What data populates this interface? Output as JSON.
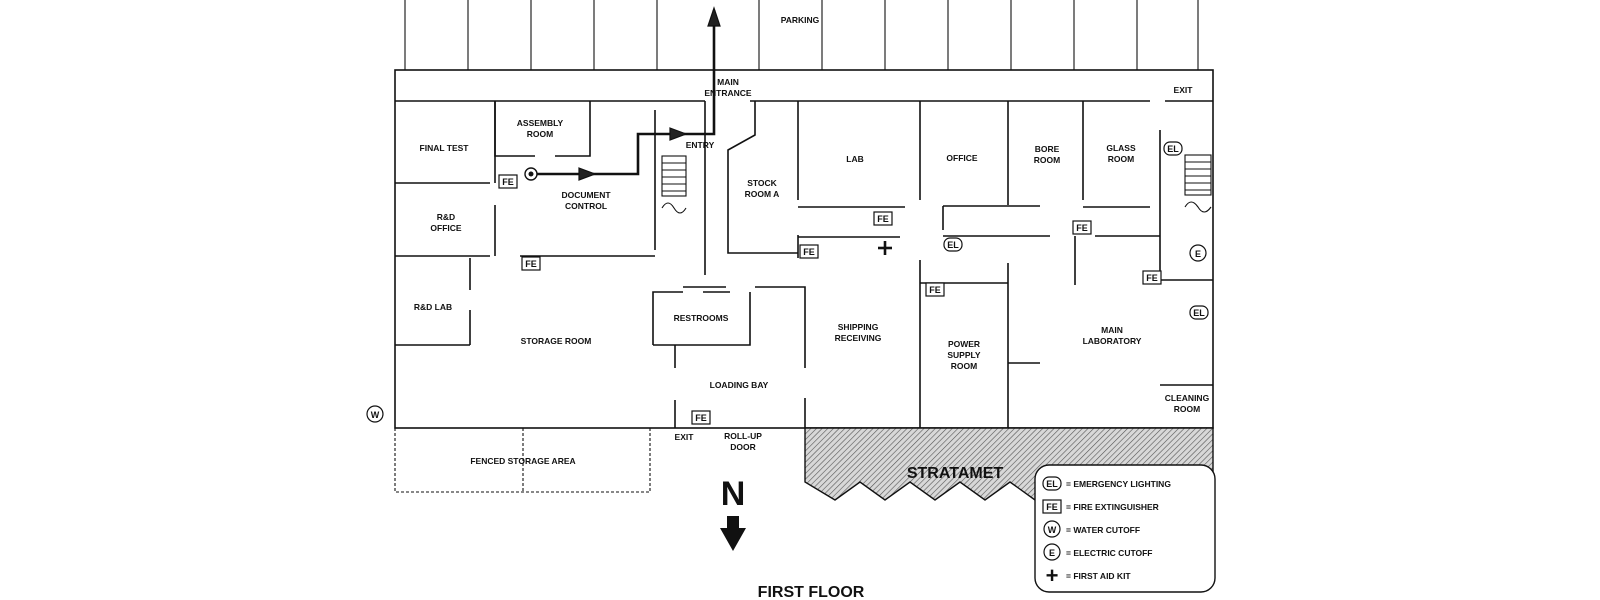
{
  "floor_title": "FIRST FLOOR",
  "company_area": "STRATAMET",
  "compass": "N",
  "rooms": {
    "parking": "PARKING",
    "main_entrance": [
      "MAIN",
      "ENTRANCE"
    ],
    "exit_top": "EXIT",
    "assembly_room": [
      "ASSEMBLY",
      "ROOM"
    ],
    "final_test": "FINAL TEST",
    "entry": "ENTRY",
    "document_control": [
      "DOCUMENT",
      "CONTROL"
    ],
    "stock_room_a": [
      "STOCK",
      "ROOM A"
    ],
    "lab": "LAB",
    "office": "OFFICE",
    "bore_room": [
      "BORE",
      "ROOM"
    ],
    "glass_room": [
      "GLASS",
      "ROOM"
    ],
    "rd_office": [
      "R&D",
      "OFFICE"
    ],
    "rd_lab": "R&D LAB",
    "storage_room": "STORAGE ROOM",
    "restrooms": "RESTROOMS",
    "shipping_receiving": [
      "SHIPPING",
      "RECEIVING"
    ],
    "power_supply_room": [
      "POWER",
      "SUPPLY",
      "ROOM"
    ],
    "main_laboratory": [
      "MAIN",
      "LABORATORY"
    ],
    "loading_bay": "LOADING BAY",
    "cleaning_room": [
      "CLEANING",
      "ROOM"
    ],
    "exit_bottom": "EXIT",
    "roll_up_door": [
      "ROLL-UP",
      "DOOR"
    ],
    "fenced_storage": "FENCED STORAGE AREA"
  },
  "symbols": {
    "fe": "FE",
    "el": "EL",
    "w": "W",
    "e": "E"
  },
  "legend": [
    {
      "symbol": "EL",
      "text": "= EMERGENCY LIGHTING"
    },
    {
      "symbol": "FE",
      "text": "= FIRE EXTINGUISHER"
    },
    {
      "symbol": "W",
      "text": "= WATER CUTOFF"
    },
    {
      "symbol": "E",
      "text": "= ELECTRIC CUTOFF"
    },
    {
      "symbol": "+",
      "text": "= FIRST AID KIT"
    }
  ]
}
